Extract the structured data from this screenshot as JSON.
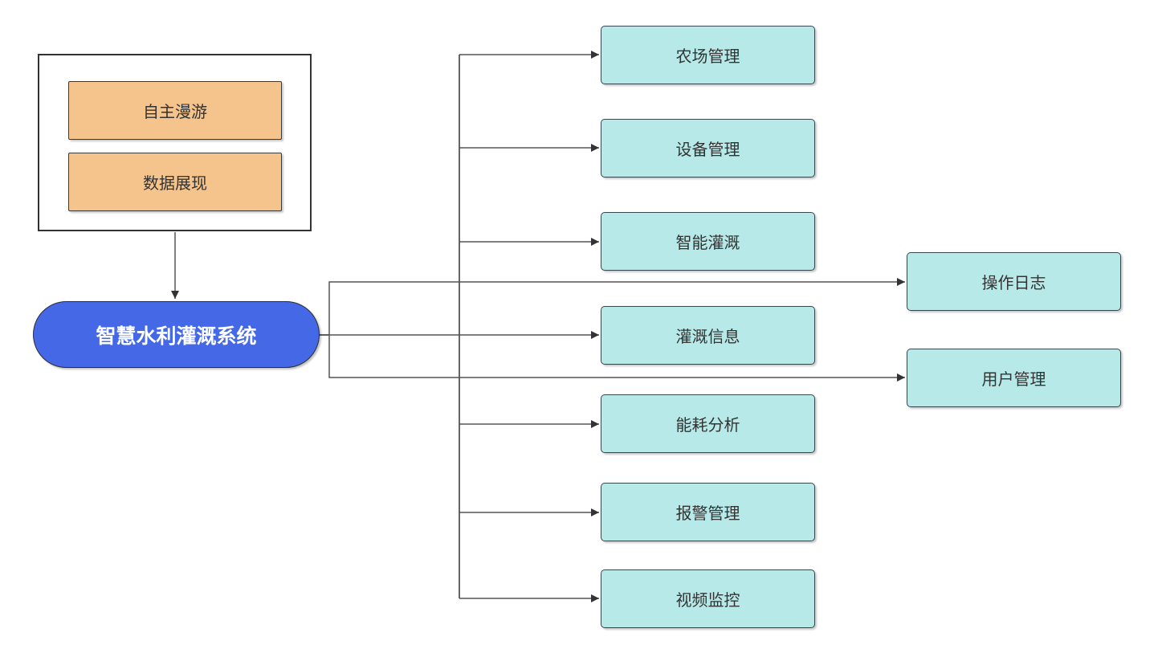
{
  "diagram": {
    "root": {
      "label": "智慧水利灌溉系统"
    },
    "viewer_group": {
      "items": [
        {
          "label": "自主漫游"
        },
        {
          "label": "数据展现"
        }
      ]
    },
    "modules": [
      {
        "label": "农场管理"
      },
      {
        "label": "设备管理"
      },
      {
        "label": "智能灌溉"
      },
      {
        "label": "灌溉信息"
      },
      {
        "label": "能耗分析"
      },
      {
        "label": "报警管理"
      },
      {
        "label": "视频监控"
      }
    ],
    "side_modules": [
      {
        "label": "操作日志"
      },
      {
        "label": "用户管理"
      }
    ],
    "colors": {
      "background": "#FFFFFF",
      "root_fill": "#4569E6",
      "root_text": "#FFFFFF",
      "module_fill": "#B7E9E9",
      "module_border": "#37474F",
      "viewer_item_fill": "#F5C48C",
      "frame_border": "#333333",
      "connector": "#555555",
      "node_text": "#333333"
    }
  }
}
